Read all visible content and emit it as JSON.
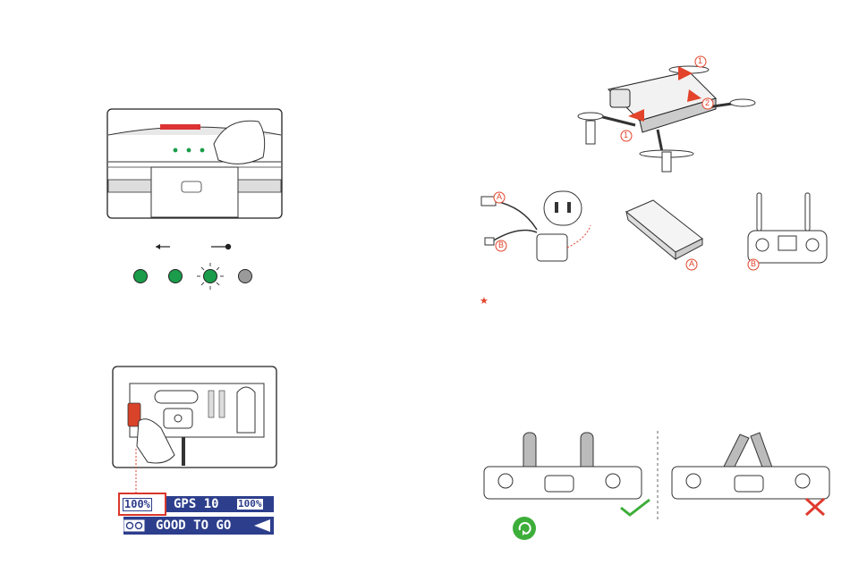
{
  "battery_lcd": {
    "battery_percent": "100%",
    "gps_text": "GPS 10",
    "controller_percent": "100%",
    "status_text": "GOOD TO GO"
  },
  "charging_callouts": {
    "connector_a_top": "A",
    "connector_b": "B",
    "battery_a": "A",
    "controller_b": "B"
  },
  "drone_callouts": {
    "one_top": "1",
    "two": "2",
    "one_bottom": "1"
  },
  "note_marker": "★",
  "colors": {
    "led_green": "#1a9c4a",
    "led_grey": "#9a9a9a",
    "callout_red": "#e2432a",
    "lcd_blue": "#2d3e8c",
    "check_green": "#3dae3a",
    "cross_red": "#e03a2f"
  }
}
